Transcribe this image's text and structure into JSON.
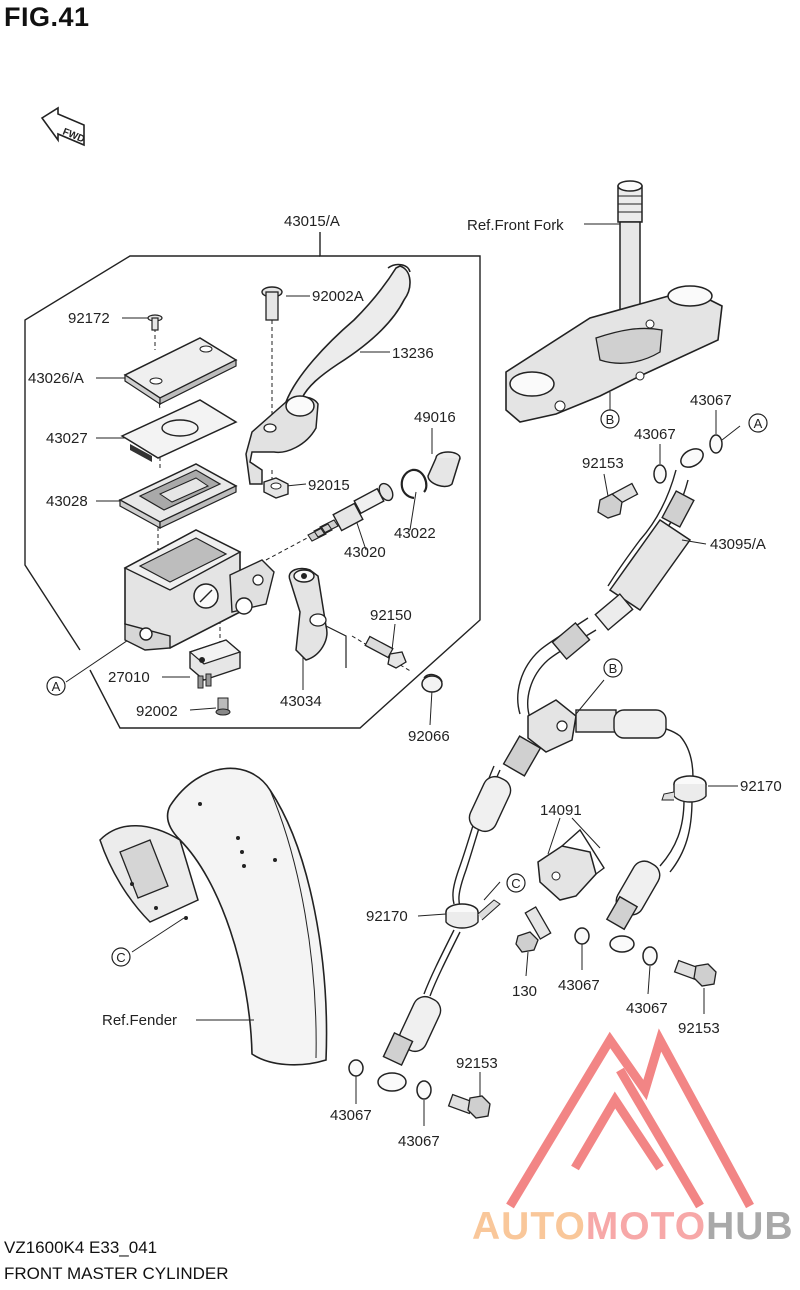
{
  "header": {
    "fig_label": "FIG.41",
    "fwd_label": "FWD"
  },
  "footer": {
    "model_code": "VZ1600K4 E33_041",
    "title": "FRONT MASTER CYLINDER"
  },
  "watermark": {
    "part1": "AUTO",
    "part2": "MOTO",
    "part3": "HUB"
  },
  "parts": {
    "p43015A": "43015/A",
    "p92172": "92172",
    "p92002A": "92002A",
    "p13236": "13236",
    "p43026A": "43026/A",
    "p43027": "43027",
    "p49016": "49016",
    "p43028": "43028",
    "p92015": "92015",
    "p43022": "43022",
    "p43020": "43020",
    "p92150": "92150",
    "p27010": "27010",
    "p43034": "43034",
    "p92002": "92002",
    "p92066": "92066",
    "ref_front_fork": "Ref.Front Fork",
    "p43067_a": "43067",
    "p43067_b": "43067",
    "p92153_a": "92153",
    "p43095A": "43095/A",
    "p92170_a": "92170",
    "p14091": "14091",
    "p92170_b": "92170",
    "p130": "130",
    "p43067_c": "43067",
    "p43067_d": "43067",
    "p92153_b": "92153",
    "ref_fender": "Ref.Fender",
    "p92153_c": "92153",
    "p43067_e": "43067",
    "p43067_f": "43067"
  },
  "callouts": {
    "a": "A",
    "b": "B",
    "c": "C"
  },
  "colors": {
    "line": "#222222",
    "part_fill": "#e6e6e6",
    "part_dark": "#8a8a8a",
    "wm_red": "#ef4b4b",
    "wm_orange": "#f4a04a",
    "wm_gray": "#8c8c8c"
  }
}
